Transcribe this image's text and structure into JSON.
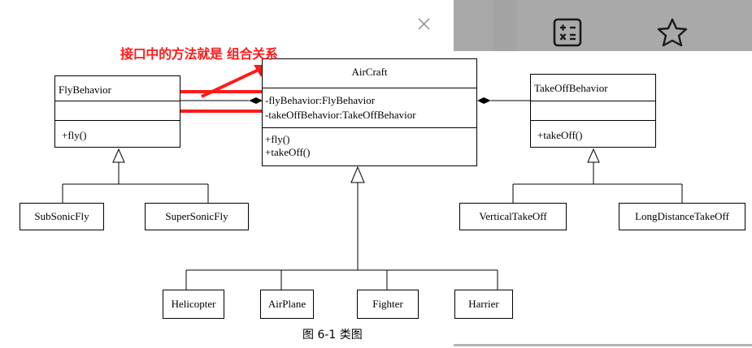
{
  "annotation": "接口中的方法就是 组合关系",
  "caption": "图 6-1 类图",
  "aircraft": {
    "name": "AirCraft",
    "attributes": [
      "-flyBehavior:FlyBehavior",
      "-takeOffBehavior:TakeOffBehavior"
    ],
    "methods": [
      "+fly()",
      "+takeOff()"
    ]
  },
  "fly_behavior": {
    "name": "FlyBehavior",
    "methods": [
      "+fly()"
    ]
  },
  "takeoff_behavior": {
    "name": "TakeOffBehavior",
    "methods": [
      "+takeOff()"
    ]
  },
  "fly_impls": [
    "SubSonicFly",
    "SuperSonicFly"
  ],
  "takeoff_impls": [
    "VerticalTakeOff",
    "LongDistanceTakeOff"
  ],
  "aircraft_subclasses": [
    "Helicopter",
    "AirPlane",
    "Fighter",
    "Harrier"
  ],
  "icons": {
    "close": "close-icon",
    "calculator": "calculator-icon",
    "favorite": "star-icon"
  },
  "colors": {
    "annotation": "#ff1a1a",
    "panel": "#a9a9a9"
  }
}
